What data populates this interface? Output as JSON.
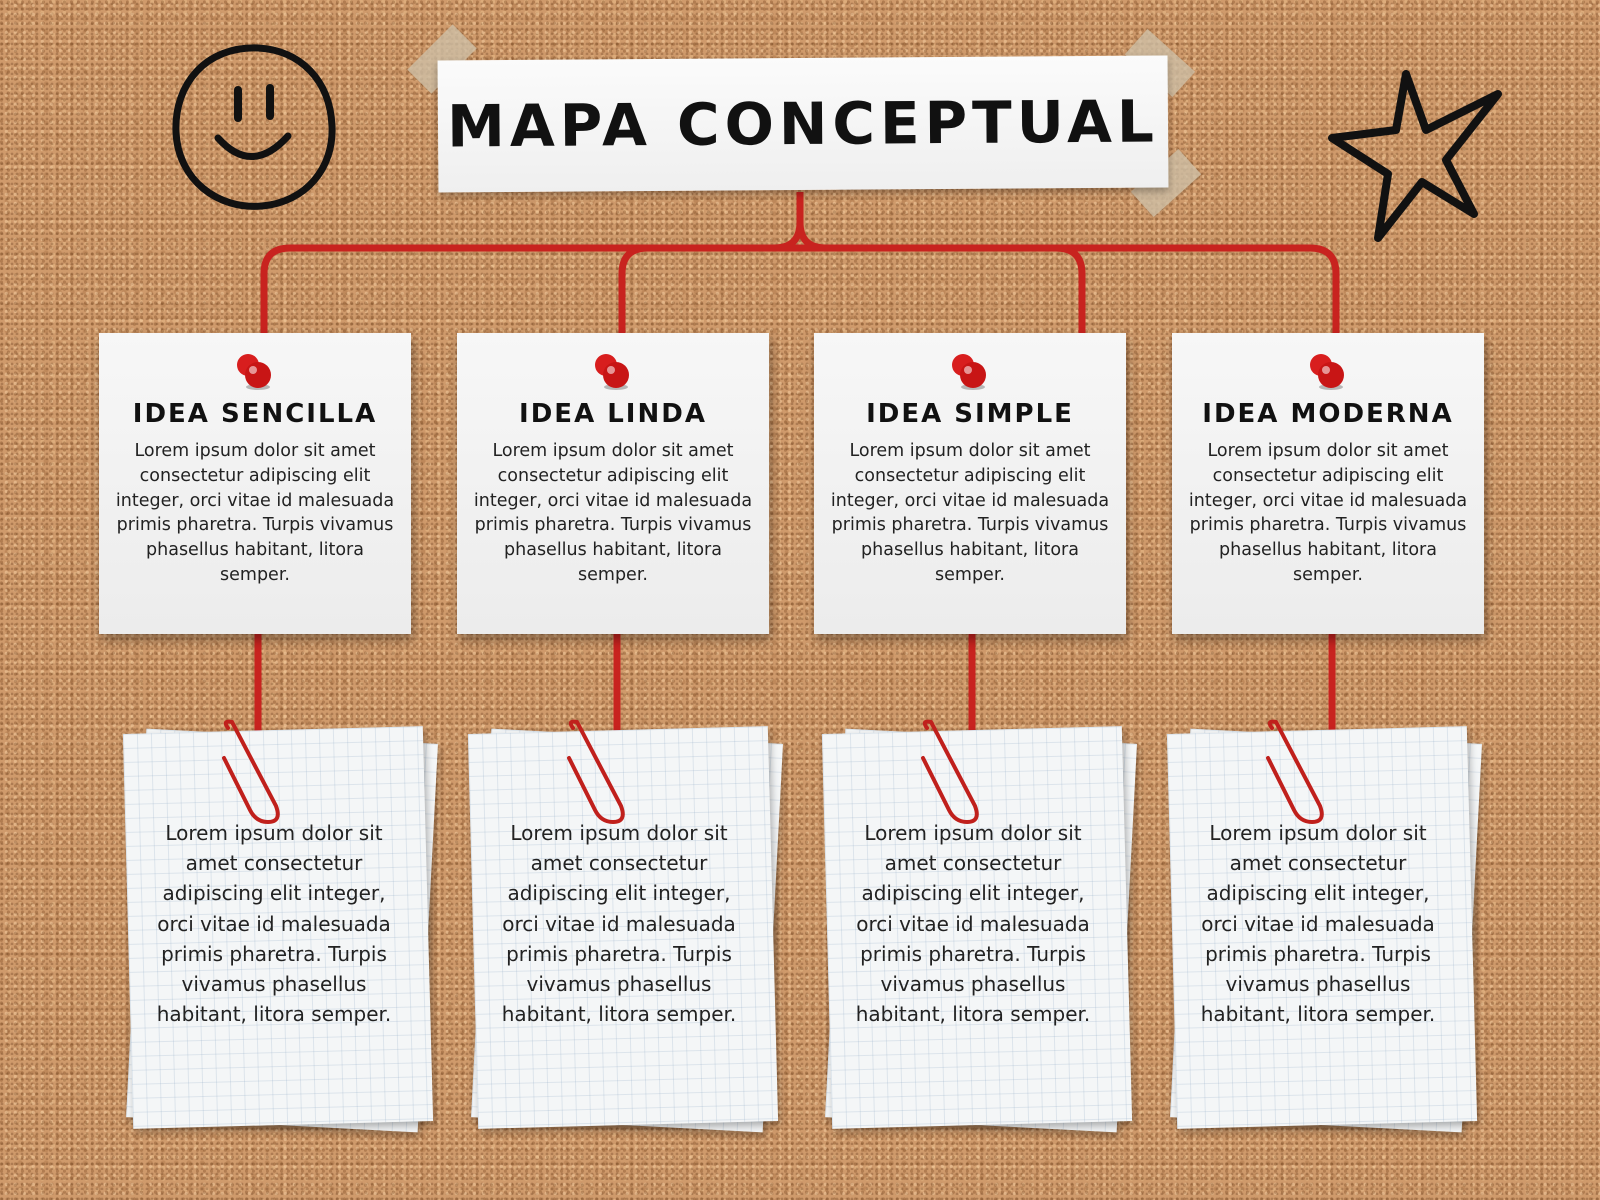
{
  "title": "MAPA CONCEPTUAL",
  "colors": {
    "cork": "#cf9a6b",
    "connector": "#c8231f",
    "pin": "#d81e1e",
    "ink": "#111111"
  },
  "icons": [
    "smiley-icon",
    "star-icon",
    "push-pin-icon",
    "paper-clip-icon"
  ],
  "cards": [
    {
      "title": "IDEA SENCILLA",
      "body": "Lorem ipsum dolor sit amet consectetur adipiscing elit integer, orci vitae id malesuada primis pharetra. Turpis vivamus phasellus habitant, litora semper."
    },
    {
      "title": "IDEA LINDA",
      "body": "Lorem ipsum dolor sit amet consectetur adipiscing elit integer, orci vitae id malesuada primis pharetra. Turpis vivamus phasellus habitant, litora semper."
    },
    {
      "title": "IDEA SIMPLE",
      "body": "Lorem ipsum dolor sit amet consectetur adipiscing elit integer, orci vitae id malesuada primis pharetra. Turpis vivamus phasellus habitant, litora semper."
    },
    {
      "title": "IDEA MODERNA",
      "body": "Lorem ipsum dolor sit amet consectetur adipiscing elit integer, orci vitae id malesuada primis pharetra. Turpis vivamus phasellus habitant, litora semper."
    }
  ],
  "notes": [
    {
      "body": "Lorem ipsum dolor sit amet consectetur adipiscing elit integer, orci vitae id malesuada primis pharetra. Turpis vivamus phasellus habitant, litora semper."
    },
    {
      "body": "Lorem ipsum dolor sit amet consectetur adipiscing elit integer, orci vitae id malesuada primis pharetra. Turpis vivamus phasellus habitant, litora semper."
    },
    {
      "body": "Lorem ipsum dolor sit amet consectetur adipiscing elit integer, orci vitae id malesuada primis pharetra. Turpis vivamus phasellus habitant, litora semper."
    },
    {
      "body": "Lorem ipsum dolor sit amet consectetur adipiscing elit integer, orci vitae id malesuada primis pharetra. Turpis vivamus phasellus habitant, litora semper."
    }
  ]
}
